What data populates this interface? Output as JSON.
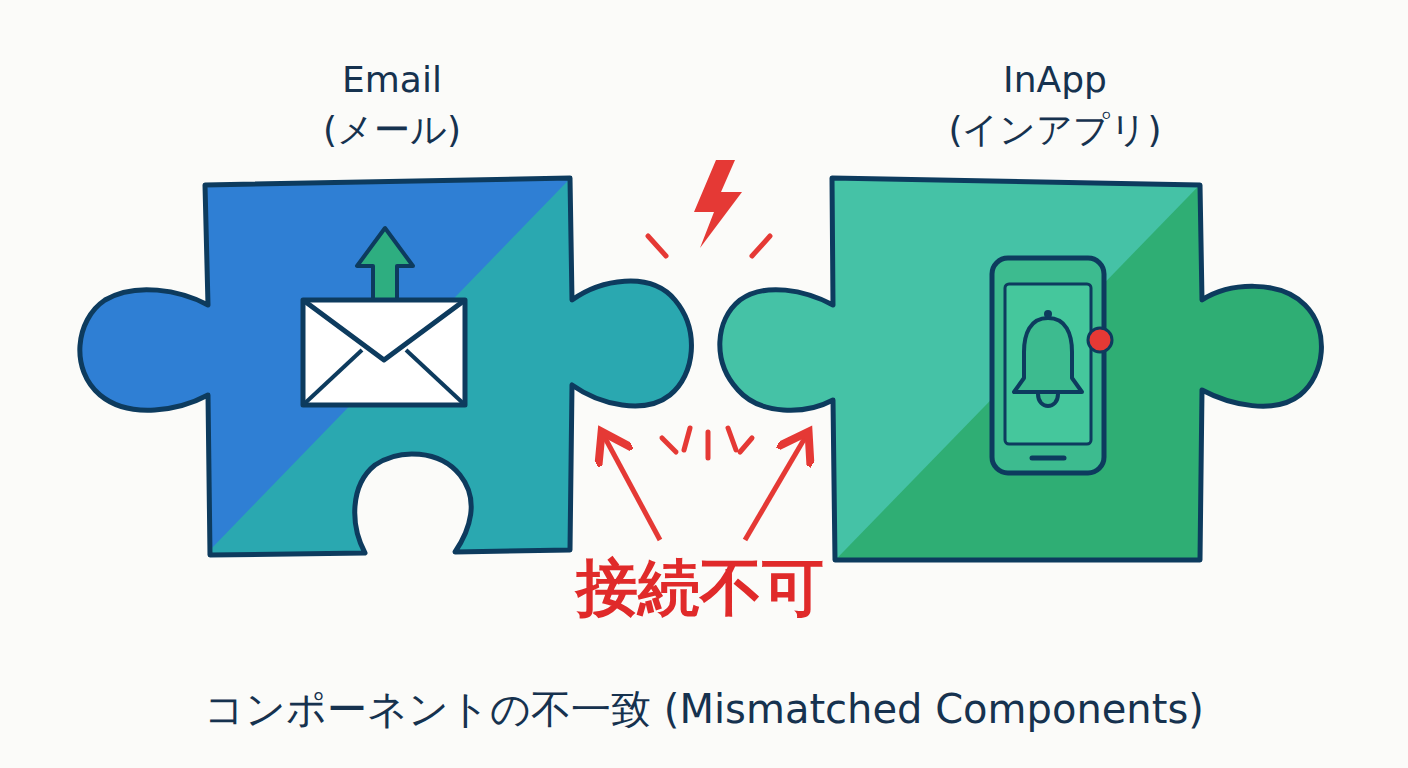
{
  "diagram": {
    "caption": "コンポーネントの不一致 (Mismatched Components)",
    "nodes": [
      {
        "text": [
          "Email (メール)"
        ]
      },
      {
        "text": [
          "InApp (インアプリ)"
        ]
      }
    ],
    "labels": [
      "接続不可"
    ]
  }
}
